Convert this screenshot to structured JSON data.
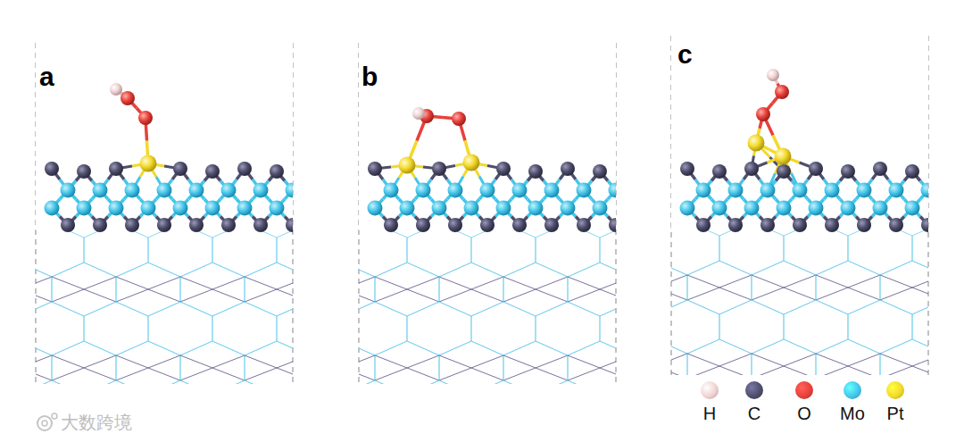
{
  "diagram": {
    "labels": [
      "a",
      "b",
      "c",
      "大数跨境"
    ],
    "legend": [
      {
        "text": "H",
        "color": "#f0d2d2"
      },
      {
        "text": "C",
        "color": "#4e4e6c"
      },
      {
        "text": "O",
        "color": "#e8403a"
      },
      {
        "text": "Mo",
        "color": "#43c6ea"
      },
      {
        "text": "Pt",
        "color": "#f3d92a"
      }
    ]
  }
}
